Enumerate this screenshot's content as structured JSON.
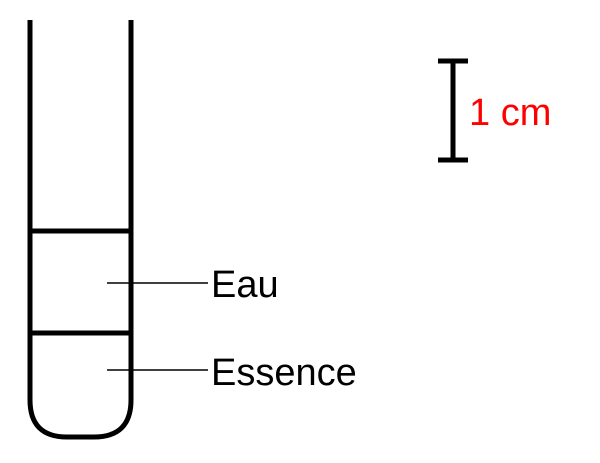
{
  "labels": {
    "upper_layer": "Eau",
    "lower_layer": "Essence",
    "scale": "1 cm"
  },
  "colors": {
    "outline": "#000000",
    "scale_text": "#ff0000"
  }
}
